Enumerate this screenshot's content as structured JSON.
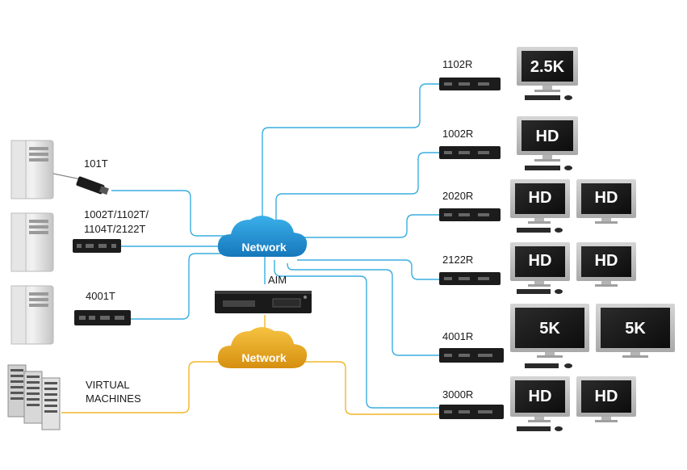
{
  "senders": {
    "s101t": "101T",
    "s1002t_line1": "1002T/1102T/",
    "s1002t_line2": "1104T/2122T",
    "s4001t": "4001T",
    "virtual_line1": "VIRTUAL",
    "virtual_line2": "MACHINES"
  },
  "clouds": {
    "top": "Network",
    "bottom": "Network"
  },
  "aim": {
    "label": "AIM"
  },
  "receivers": {
    "r1102": {
      "label": "1102R",
      "screens": [
        "2.5K"
      ]
    },
    "r1002": {
      "label": "1002R",
      "screens": [
        "HD"
      ]
    },
    "r2020": {
      "label": "2020R",
      "screens": [
        "HD",
        "HD"
      ]
    },
    "r2122": {
      "label": "2122R",
      "screens": [
        "HD",
        "HD"
      ]
    },
    "r4001": {
      "label": "4001R",
      "screens": [
        "5K",
        "5K"
      ]
    },
    "r3000": {
      "label": "3000R",
      "screens": [
        "HD",
        "HD"
      ]
    }
  },
  "colors": {
    "blue_link": "#3aaee0",
    "gold_link": "#f2b629",
    "cloud_blue": "#1f8fd0",
    "cloud_gold": "#eaa51c"
  }
}
